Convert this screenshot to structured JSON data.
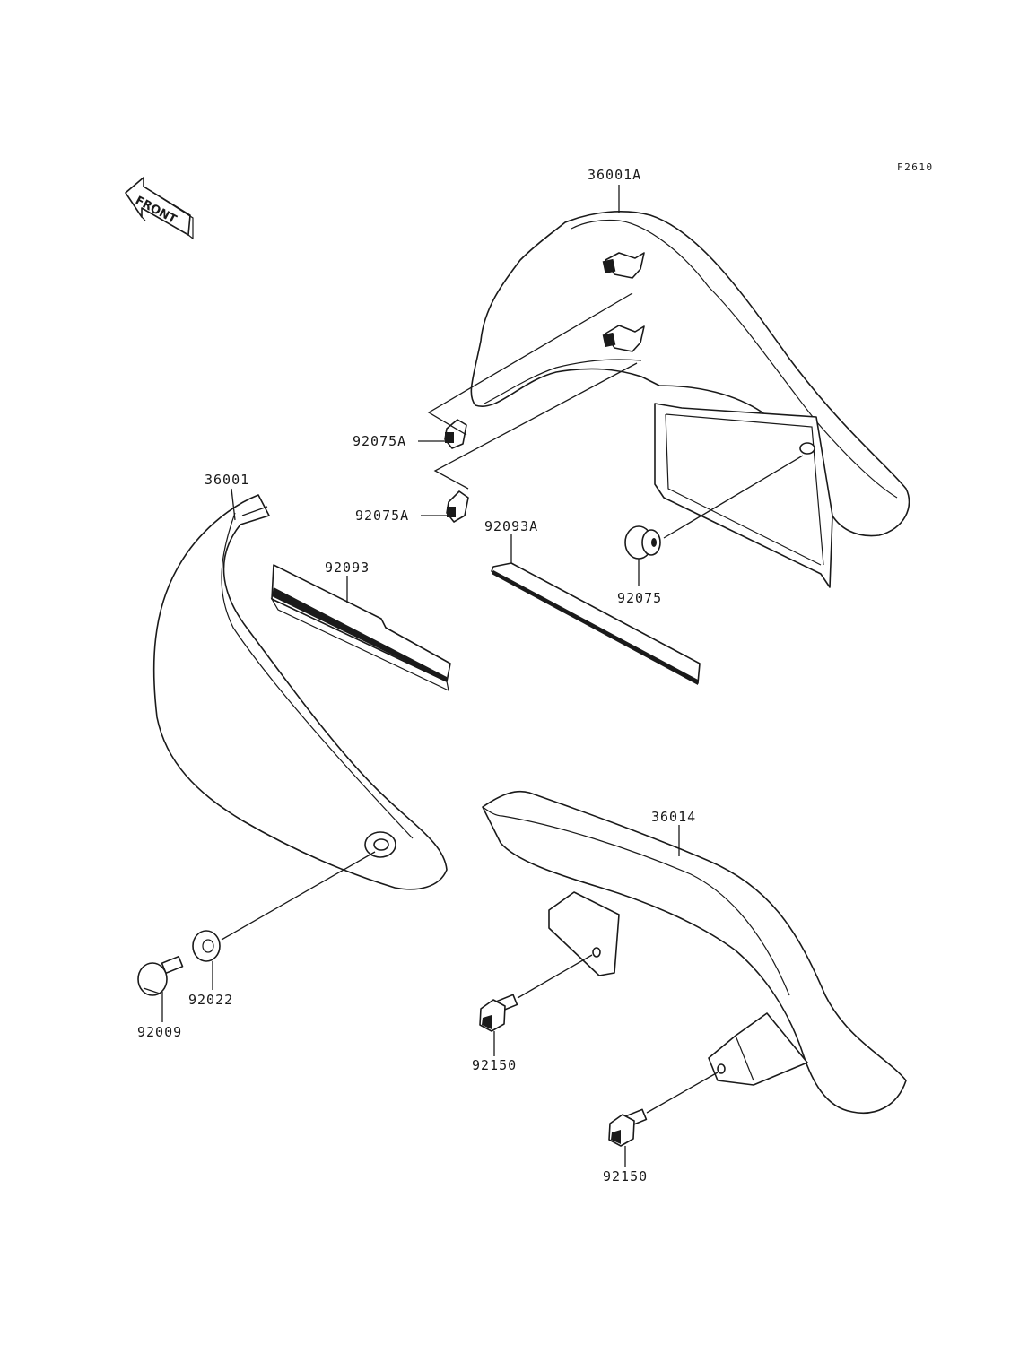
{
  "figure_code": "F2610",
  "front_arrow": {
    "label": "FRONT",
    "icon": "front-arrow-icon"
  },
  "parts": [
    {
      "id": "cover-36001A",
      "label": "36001A"
    },
    {
      "id": "clip-92075A-upper",
      "label": "92075A"
    },
    {
      "id": "clip-92075A-lower",
      "label": "92075A"
    },
    {
      "id": "grommet-92075",
      "label": "92075"
    },
    {
      "id": "cover-36001",
      "label": "36001"
    },
    {
      "id": "pad-92093",
      "label": "92093"
    },
    {
      "id": "pad-92093A",
      "label": "92093A"
    },
    {
      "id": "chain-cover-36014",
      "label": "36014"
    },
    {
      "id": "screw-92009",
      "label": "92009"
    },
    {
      "id": "washer-92022",
      "label": "92022"
    },
    {
      "id": "bolt-92150-upper",
      "label": "92150"
    },
    {
      "id": "bolt-92150-lower",
      "label": "92150"
    }
  ]
}
